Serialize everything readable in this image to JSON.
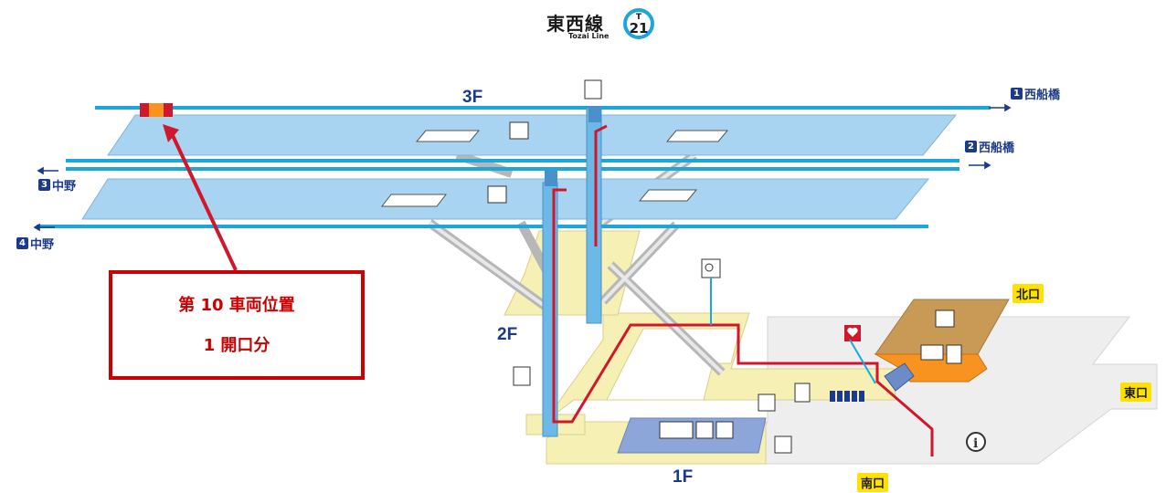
{
  "header": {
    "line_name_jp": "東西線",
    "line_name_en": "Tozai Line",
    "line_letter": "T",
    "station_number": "21"
  },
  "floors": {
    "floor_3": "3F",
    "floor_2": "2F",
    "floor_1": "1F"
  },
  "platforms": [
    {
      "number": "1",
      "destination": "西船橋",
      "direction": "→"
    },
    {
      "number": "2",
      "destination": "西船橋",
      "direction": "→"
    },
    {
      "number": "3",
      "destination": "中野",
      "direction": "←"
    },
    {
      "number": "4",
      "destination": "中野",
      "direction": "←"
    }
  ],
  "exits": {
    "north": "北口",
    "east": "東口",
    "south": "南口"
  },
  "callout": {
    "line1": "第 10 車両位置",
    "line2": "1 開口分"
  },
  "icons": [
    "elevator-icon",
    "escalator-icon",
    "wheelchair-icon",
    "toilet-icon",
    "aed-icon",
    "phone-icon",
    "ticket-gate-icon",
    "ticket-machine-icon",
    "information-icon",
    "station-office-icon"
  ],
  "colors": {
    "track": "#1ca7dc",
    "platform": "#a9d4f1",
    "concourse": "#f7f0b5",
    "route": "#d0172b",
    "callout": "#cc0000",
    "exit_label": "#ffe100",
    "text_dark_blue": "#1b3a8c"
  }
}
